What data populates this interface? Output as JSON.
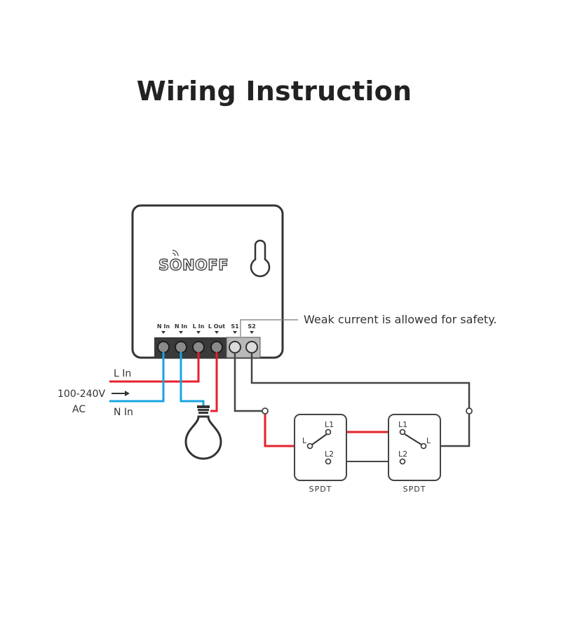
{
  "title": "Wiring Instruction",
  "device": {
    "brand": "SONOFF",
    "terminals": [
      "N In",
      "N In",
      "L In",
      "L Out",
      "S1",
      "S2"
    ]
  },
  "callout": "Weak current is allowed for safety.",
  "supply": {
    "voltage": "100-240V",
    "type": "AC",
    "line_in": "L In",
    "neutral_in": "N In"
  },
  "switches": [
    {
      "name": "SPDT",
      "common": "L",
      "pos1": "L1",
      "pos2": "L2"
    },
    {
      "name": "SPDT",
      "common": "L",
      "pos1": "L1",
      "pos2": "L2"
    }
  ],
  "colors": {
    "line": "#e4212b",
    "neutral": "#1aa4e0",
    "signal": "#444444",
    "terminal_block": "#3a3a3a",
    "weak_terminal_block": "#b9b9b9"
  }
}
